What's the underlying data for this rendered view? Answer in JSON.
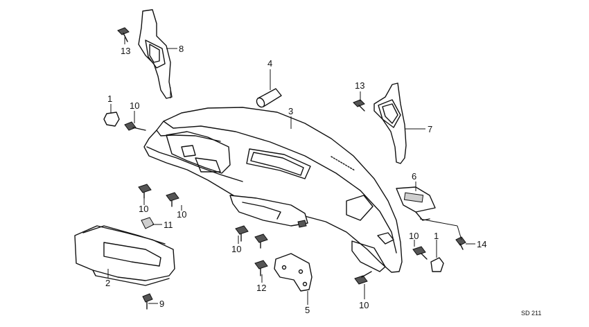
{
  "diagram": {
    "diagram_code": "SD 211",
    "callouts": [
      {
        "id": "c1a",
        "label": "1"
      },
      {
        "id": "c1b",
        "label": "1"
      },
      {
        "id": "c2",
        "label": "2"
      },
      {
        "id": "c3",
        "label": "3"
      },
      {
        "id": "c4",
        "label": "4"
      },
      {
        "id": "c5",
        "label": "5"
      },
      {
        "id": "c6",
        "label": "6"
      },
      {
        "id": "c7",
        "label": "7"
      },
      {
        "id": "c8",
        "label": "8"
      },
      {
        "id": "c9",
        "label": "9"
      },
      {
        "id": "c10a",
        "label": "10"
      },
      {
        "id": "c10b",
        "label": "10"
      },
      {
        "id": "c10c",
        "label": "10"
      },
      {
        "id": "c10d",
        "label": "10"
      },
      {
        "id": "c10e",
        "label": "10"
      },
      {
        "id": "c10f",
        "label": "10"
      },
      {
        "id": "c11",
        "label": "11"
      },
      {
        "id": "c12",
        "label": "12"
      },
      {
        "id": "c13a",
        "label": "13"
      },
      {
        "id": "c13b",
        "label": "13"
      },
      {
        "id": "c14",
        "label": "14"
      }
    ]
  }
}
